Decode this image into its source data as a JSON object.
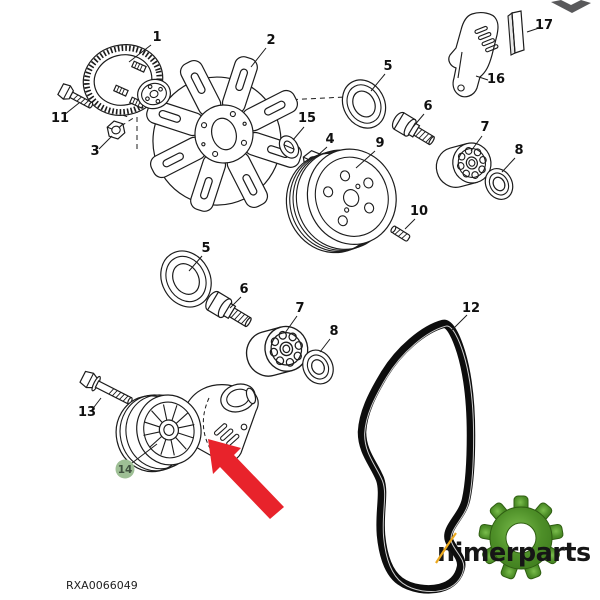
{
  "diagram": {
    "part_code": "RXA0066049",
    "labels": {
      "hub": "1",
      "fan": "2",
      "nut_front": "3",
      "nut_shaft": "4",
      "seal_upper": "5",
      "seal_lower": "5",
      "bolt_upper": "6",
      "bolt_lower": "6",
      "bearing_upper": "7",
      "bearing_lower": "7",
      "ring_upper": "8",
      "ring_lower": "8",
      "pulley": "9",
      "pin": "10",
      "bolt_hub": "11",
      "belt": "12",
      "bolt_tensioner": "13",
      "tensioner_badge": "14",
      "washer": "15",
      "bracket": "16",
      "strip": "17"
    }
  },
  "watermark": {
    "brand": "nimerparts"
  },
  "colors": {
    "badge_green": "#9ebf95",
    "badge_text": "#3f513f",
    "arrow_red": "#e8232b",
    "gear_green_dark": "#3c7a1c",
    "gear_green_light": "#7abd4c",
    "line_black": "#1c1c1c",
    "chevron_gray": "#59595b",
    "belt_stripe_yellow": "#eba81f"
  }
}
